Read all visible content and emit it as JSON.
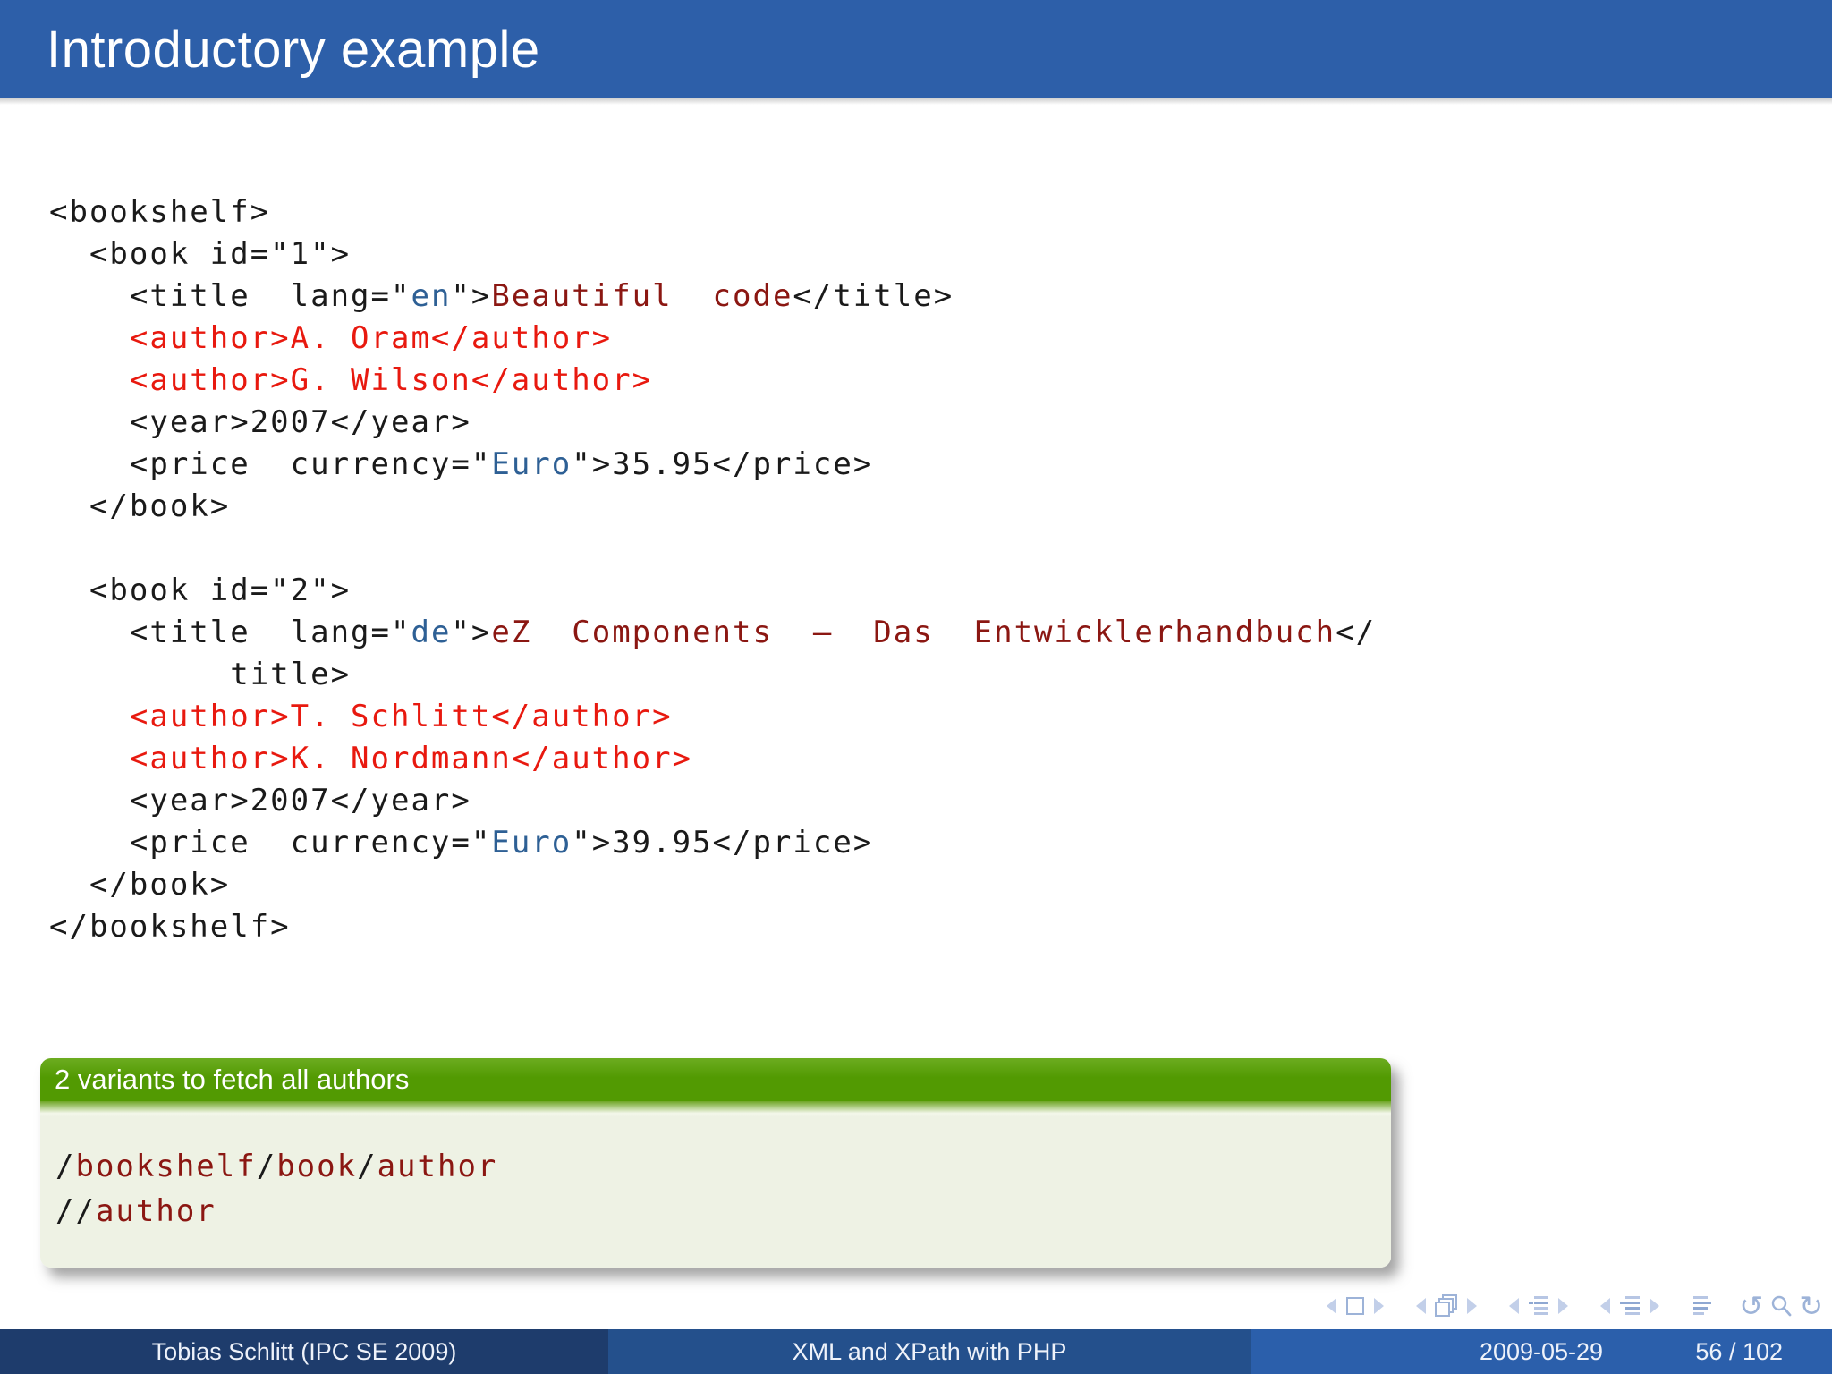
{
  "colors": {
    "header_blue": "#2d5fa9",
    "footer_left": "#1e3c6c",
    "footer_mid": "#24508c",
    "footer_right": "#2b5fab",
    "box_green": "#529a02",
    "box_green_light": "#6cac20",
    "box_body": "#eef2e4",
    "code_black": "#1a1a1a",
    "code_red": "#e8190f",
    "code_maroon": "#8b1712",
    "code_blue": "#2e6095",
    "nav_icon": "#9db3d8",
    "nav_icon_light": "#c2cfe9",
    "footer_text": "#eef2fa"
  },
  "header": {
    "title": "Introductory example"
  },
  "code": {
    "lines": [
      [
        [
          "k",
          "<bookshelf>"
        ]
      ],
      [
        [
          "k",
          "  <book id=\"1\">"
        ]
      ],
      [
        [
          "k",
          "    <title  lang=\""
        ],
        [
          "str",
          "en"
        ],
        [
          "k",
          "\">"
        ],
        [
          "val",
          "Beautiful  code"
        ],
        [
          "k",
          "</title>"
        ]
      ],
      [
        [
          "red",
          "    <author>A. Oram</author>"
        ]
      ],
      [
        [
          "red",
          "    <author>G. Wilson</author>"
        ]
      ],
      [
        [
          "k",
          "    <year>2007</year>"
        ]
      ],
      [
        [
          "k",
          "    <price  currency=\""
        ],
        [
          "str",
          "Euro"
        ],
        [
          "k",
          "\">35.95</price>"
        ]
      ],
      [
        [
          "k",
          "  </book>"
        ]
      ],
      [],
      [
        [
          "k",
          "  <book id=\"2\">"
        ]
      ],
      [
        [
          "k",
          "    <title  lang=\""
        ],
        [
          "str",
          "de"
        ],
        [
          "k",
          "\">"
        ],
        [
          "val",
          "eZ  Components  –  Das  Entwicklerhandbuch"
        ],
        [
          "k",
          "</"
        ]
      ],
      [
        [
          "k",
          "         title>"
        ]
      ],
      [
        [
          "red",
          "    <author>T. Schlitt</author>"
        ]
      ],
      [
        [
          "red",
          "    <author>K. Nordmann</author>"
        ]
      ],
      [
        [
          "k",
          "    <year>2007</year>"
        ]
      ],
      [
        [
          "k",
          "    <price  currency=\""
        ],
        [
          "str",
          "Euro"
        ],
        [
          "k",
          "\">39.95</price>"
        ]
      ],
      [
        [
          "k",
          "  </book>"
        ]
      ],
      [
        [
          "k",
          "</bookshelf>"
        ]
      ]
    ]
  },
  "example_box": {
    "title": "2 variants to fetch all authors",
    "lines": [
      [
        [
          "k",
          "/"
        ],
        [
          "val",
          "bookshelf"
        ],
        [
          "k",
          "/"
        ],
        [
          "val",
          "book"
        ],
        [
          "k",
          "/"
        ],
        [
          "val",
          "author"
        ]
      ],
      [
        [
          "k",
          "//"
        ],
        [
          "val",
          "author"
        ]
      ]
    ]
  },
  "nav": {
    "icons": [
      "prev-slide-icon",
      "slide-icon",
      "next-slide-icon",
      "prev-frame-icon",
      "frame-stack-icon",
      "next-frame-icon",
      "prev-subsection-icon",
      "subsection-list-icon",
      "next-subsection-icon",
      "prev-section-icon",
      "section-list-icon",
      "next-section-icon",
      "appendix-list-icon",
      "back-history-icon",
      "search-icon",
      "forward-history-icon"
    ]
  },
  "footer": {
    "author": "Tobias Schlitt  (IPC SE 2009)",
    "deck_title": "XML and XPath with PHP",
    "date": "2009-05-29",
    "page": "56 / 102"
  }
}
